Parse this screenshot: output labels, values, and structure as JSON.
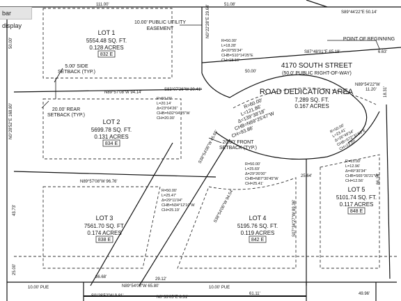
{
  "toolbar": {
    "sidebar_button": "bar display"
  },
  "labels": {
    "lot1": [
      "LOT 1",
      "5554.48 SQ. FT.",
      "0.128 ACRES",
      "832 E"
    ],
    "lot2": [
      "LOT 2",
      "5699.78 SQ. FT.",
      "0.131 ACRES",
      "834 E"
    ],
    "lot3": [
      "LOT 3",
      "7561.70 SQ. FT.",
      "0.174 ACRES",
      "838 E"
    ],
    "lot4": [
      "LOT 4",
      "5195.76 SQ. FT.",
      "0.119 ACRES",
      "842 E"
    ],
    "lot5": [
      "LOT 5",
      "5101.74 SQ. FT.",
      "0.117 ACRES",
      "848 E"
    ],
    "street_name": "4170 SOUTH STREET",
    "street_row": "(50.0' PUBLIC RIGHT-OF-WAY)",
    "road_title": "ROAD DEDICATION AREA",
    "road_sqft": "7,289 SQ. FT.",
    "road_acres": "0.167 ACRES",
    "pue_easement": [
      "10.00' PUBLIC UTILITY",
      "EASEMENT"
    ],
    "side_setback": [
      "5.00' SIDE",
      "SETBACK (TYP.)"
    ],
    "rear_setback": [
      "20.00' REAR",
      "SETBACK (TYP.)"
    ],
    "front_setback": [
      "20.00' FRONT",
      "SETBACK (TYP.)"
    ],
    "point_of_beginning": "POINT OF BEGINNING",
    "dims": {
      "d111": "111.00'",
      "d5108": "51.08'",
      "s89_44": "S89°44'22\"E  50.14'",
      "s87": "S87°48'01\"E  65.19'",
      "d663": "6.63'",
      "d50ft": "50.00'",
      "n89_57a": "N89°57'08\"W  94.14'",
      "s83": "S83°07'26\"W  20.41'",
      "n89_57b": "N89°57'08\"W  96.76'",
      "n00_28": "N0°28'52\"E  168.80'",
      "n00_22": "N0°22'28\"E  29.64'",
      "n89_54": "N89°54'08\"W  65.80'",
      "s0_28": "S0°28'52\"W  9.81'",
      "n0_33": "N0°33'05\"E  8.31'",
      "pue_a": "10.00' PUE",
      "pue_b": "10.00' PUE",
      "d3668": "36.68'",
      "d2912": "29.12'",
      "d6111": "61.11'",
      "d4996": "49.96'",
      "d4373": "43.73'",
      "d2500": "25.00'",
      "d5000l": "50.00'",
      "d8618": "86.18'",
      "d1831": "18.31'",
      "d1120": "11.20'",
      "n89_54_22": "N89°54'22\"W",
      "s38": "S38°54'06\"W  45.65'",
      "s38b": "S38°54'06\"W  94.54'",
      "s07": "S07°34'27\"W  89.36'",
      "d2564": "25.64'"
    },
    "curve_top": [
      "R=50.00'",
      "L=18.28'",
      "Δ=20°55'34\"",
      "CHB=S10°14'25\"E",
      "CH=18.16'"
    ],
    "curve_mid": [
      "R=50.00'",
      "L=20.14'",
      "Δ=23°04'26\"",
      "CHB=N32°04'25\"W",
      "CH=20.00'"
    ],
    "curve_big": [
      "R=60.00'",
      "L=121.86'",
      "Δ=139°38'18\"",
      "CHB=N69°25'47\"W",
      "CH=93.86'"
    ],
    "curve_lot3": [
      "R=50.00'",
      "L=25.47'",
      "Δ=29°11'04\"",
      "CHB=N34°12'10\"W",
      "CH=25.19'"
    ],
    "curve_lot4": [
      "R=50.00'",
      "L=25.69'",
      "Δ=29°26'00\"",
      "CHB=N87°30'45\"W",
      "CH=25.41'"
    ],
    "curve_lot5a": [
      "R=50.00'",
      "L=23.41'",
      "Δ=26°49'34\"",
      "CHB=S72°31'50\"E",
      "CH=23.20'"
    ],
    "curve_lot5b": [
      "R=15.00'",
      "L=12.96'",
      "Δ=49°30'34\"",
      "CHB=S65°30'21\"W",
      "CH=12.56'"
    ]
  }
}
